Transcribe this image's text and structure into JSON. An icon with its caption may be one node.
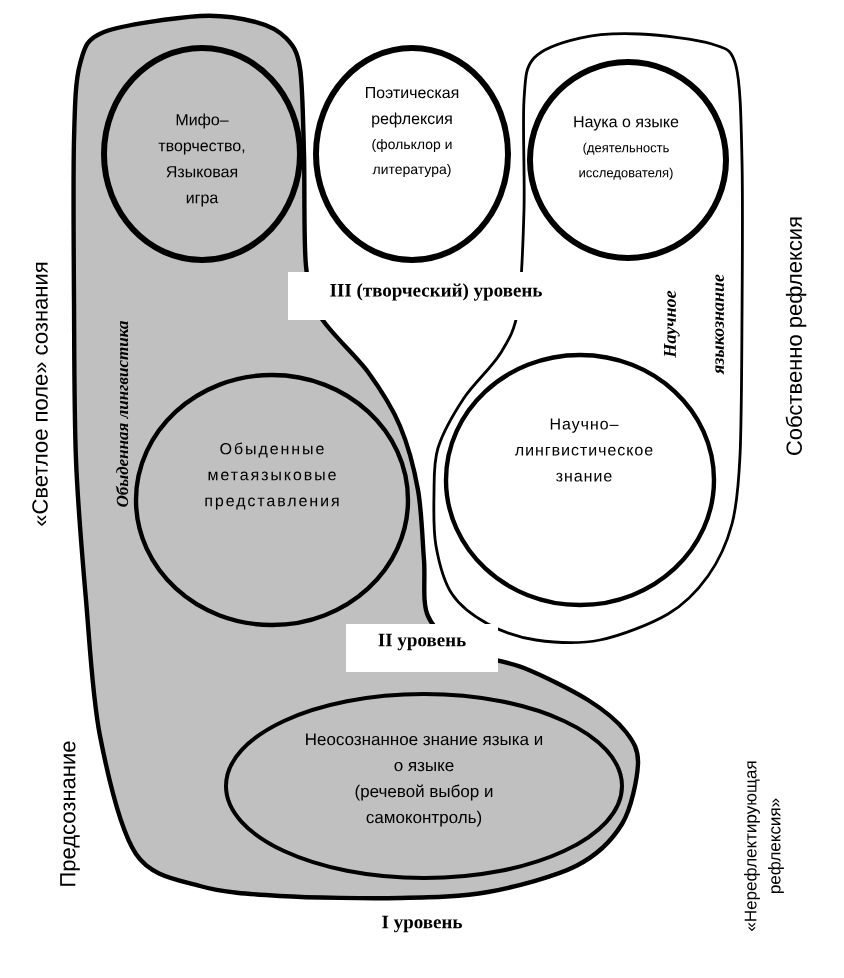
{
  "diagram": {
    "nodes": [
      {
        "text": [
          "Обыденная лингвистика"
        ]
      },
      {
        "text": [
          "Мифо– творчество, Языковая игра"
        ],
        "in": 0
      },
      {
        "text": [
          "Поэтическая рефлексия",
          "(фольклор и литература)"
        ]
      },
      {
        "text": [
          "Научное языкознание"
        ]
      },
      {
        "text": [
          "Наука о языке",
          "(деятельность исследователя)"
        ],
        "in": 3
      },
      {
        "text": [
          "Обыденные метаязыковые представления"
        ],
        "in": 0
      },
      {
        "text": [
          "Научно– лингвистическое знание"
        ],
        "in": 3
      },
      {
        "text": [
          "Неосознанное знание языка и о языке",
          "(речевой выбор и самоконтроль)"
        ],
        "in": 0
      }
    ],
    "labels": [
      "«Светлое поле» сознания",
      "III (творческий) уровень",
      "Собственно рефлексия",
      "II уровень",
      "Предсознание",
      "I уровень",
      "«Нерефлектирующая рефлексия»"
    ]
  }
}
